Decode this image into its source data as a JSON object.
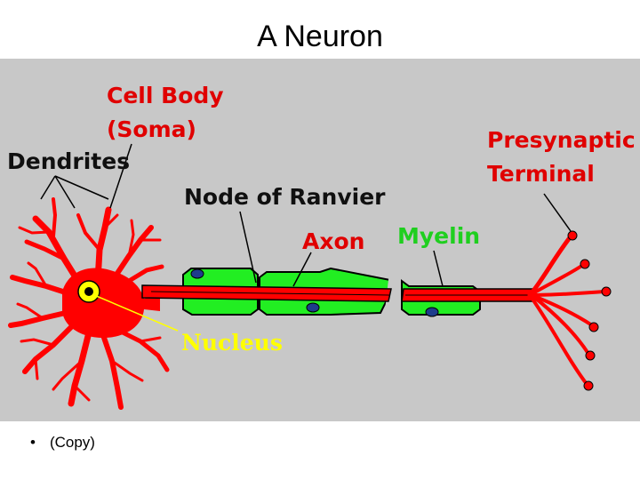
{
  "slide": {
    "title": "A Neuron",
    "bullet_symbol": "•",
    "bullet_text": "(Copy)"
  },
  "diagram": {
    "labels": {
      "cell_body_line1": "Cell Body",
      "cell_body_line2": "(Soma)",
      "dendrites": "Dendrites",
      "node_of_ranvier": "Node of Ranvier",
      "axon": "Axon",
      "myelin": "Myelin",
      "presynaptic_line1": "Presynaptic",
      "presynaptic_line2": "Terminal",
      "nucleus": "Nucleus"
    },
    "colors": {
      "background": "#c8c8c8",
      "neuron_red": "#ff0000",
      "myelin_green": "#22ee22",
      "nucleus_yellow": "#ffff00",
      "schwann_nucleus_blue": "#1e3c8c",
      "outline": "#000000"
    }
  }
}
